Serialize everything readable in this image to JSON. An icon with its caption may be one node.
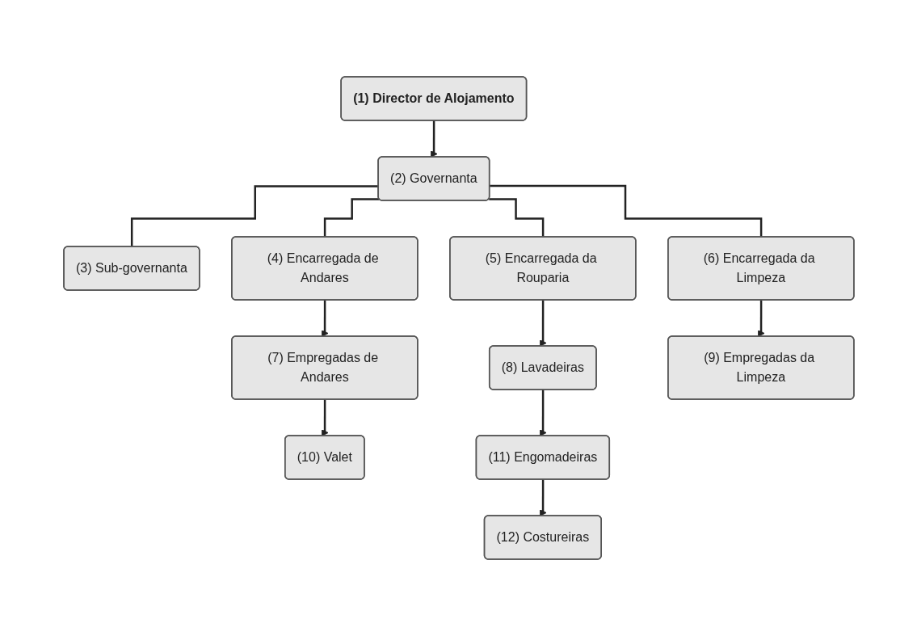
{
  "diagram": {
    "nodes": [
      {
        "text": [
          "(1) Director de Alojamento"
        ]
      },
      {
        "text": [
          "(2) Governanta"
        ]
      },
      {
        "text": [
          "(3) Sub-governanta"
        ]
      },
      {
        "text": [
          "(4) Encarregada de Andares"
        ]
      },
      {
        "text": [
          "(5) Encarregada da Rouparia"
        ]
      },
      {
        "text": [
          "(6) Encarregada da Limpeza"
        ]
      },
      {
        "text": [
          "(7) Empregadas de Andares"
        ]
      },
      {
        "text": [
          "(8) Lavadeiras"
        ]
      },
      {
        "text": [
          "(9) Empregadas da Limpeza"
        ]
      },
      {
        "text": [
          "(10) Valet"
        ]
      },
      {
        "text": [
          "(11) Engomadeiras"
        ]
      },
      {
        "text": [
          "(12) Costureiras"
        ]
      }
    ],
    "edges": [
      {
        "from": 0,
        "to": 1,
        "arrow": "to"
      },
      {
        "from": 1,
        "to": 2,
        "arrow": "none"
      },
      {
        "from": 1,
        "to": 3,
        "arrow": "none"
      },
      {
        "from": 1,
        "to": 4,
        "arrow": "none"
      },
      {
        "from": 1,
        "to": 5,
        "arrow": "none"
      },
      {
        "from": 3,
        "to": 6,
        "arrow": "to"
      },
      {
        "from": 6,
        "to": 9,
        "arrow": "to"
      },
      {
        "from": 4,
        "to": 7,
        "arrow": "to"
      },
      {
        "from": 7,
        "to": 10,
        "arrow": "to"
      },
      {
        "from": 10,
        "to": 11,
        "arrow": "to"
      },
      {
        "from": 5,
        "to": 8,
        "arrow": "to"
      }
    ]
  }
}
